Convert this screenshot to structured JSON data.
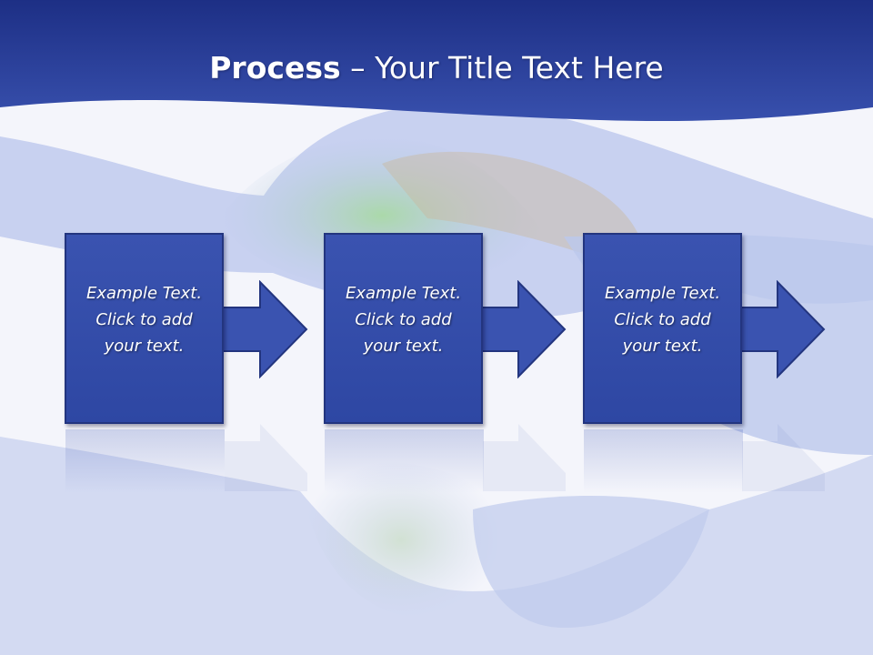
{
  "slide": {
    "title_bold": "Process",
    "title_rest": " – Your Title Text Here",
    "steps": [
      {
        "line1": "Example Text.",
        "line2": "Click  to add",
        "line3": "your text."
      },
      {
        "line1": "Example Text.",
        "line2": "Click  to add",
        "line3": "your text."
      },
      {
        "line1": "Example Text.",
        "line2": "Click  to add",
        "line3": "your text."
      }
    ]
  },
  "colors": {
    "header": "#2c44a0",
    "box": "#3a53b0",
    "box_border": "#23357f",
    "background": "#f4f5fb"
  },
  "icons": {
    "background_image": "hands-holding-globe-photo",
    "arrow": "right-arrow-icon"
  }
}
